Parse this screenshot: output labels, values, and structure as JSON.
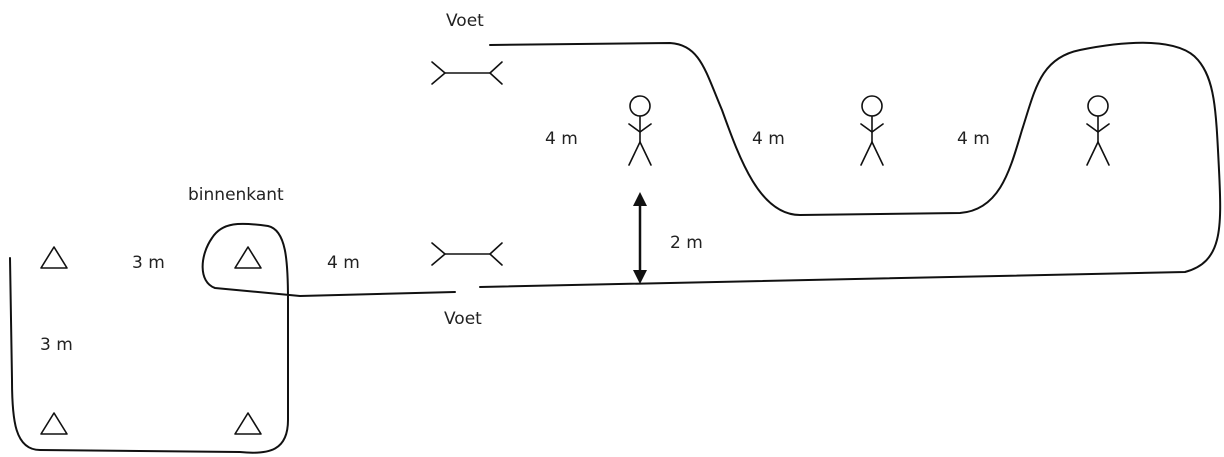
{
  "labels": {
    "voet_top": "Voet",
    "voet_bottom": "Voet",
    "binnenkant": "binnenkant",
    "dist_4m_a": "4 m",
    "dist_4m_b": "4 m",
    "dist_4m_c": "4 m",
    "dist_4m_d": "4 m",
    "dist_3m_h": "3 m",
    "dist_3m_v": "3 m",
    "dist_2m": "2 m"
  },
  "icons": {
    "cone": "triangle-cone-icon",
    "person": "stick-figure-icon",
    "foot_marker": "foot-marker-icon",
    "arrow": "double-arrow-icon"
  },
  "colors": {
    "line": "#111111",
    "text": "#222222",
    "background": "#ffffff"
  }
}
